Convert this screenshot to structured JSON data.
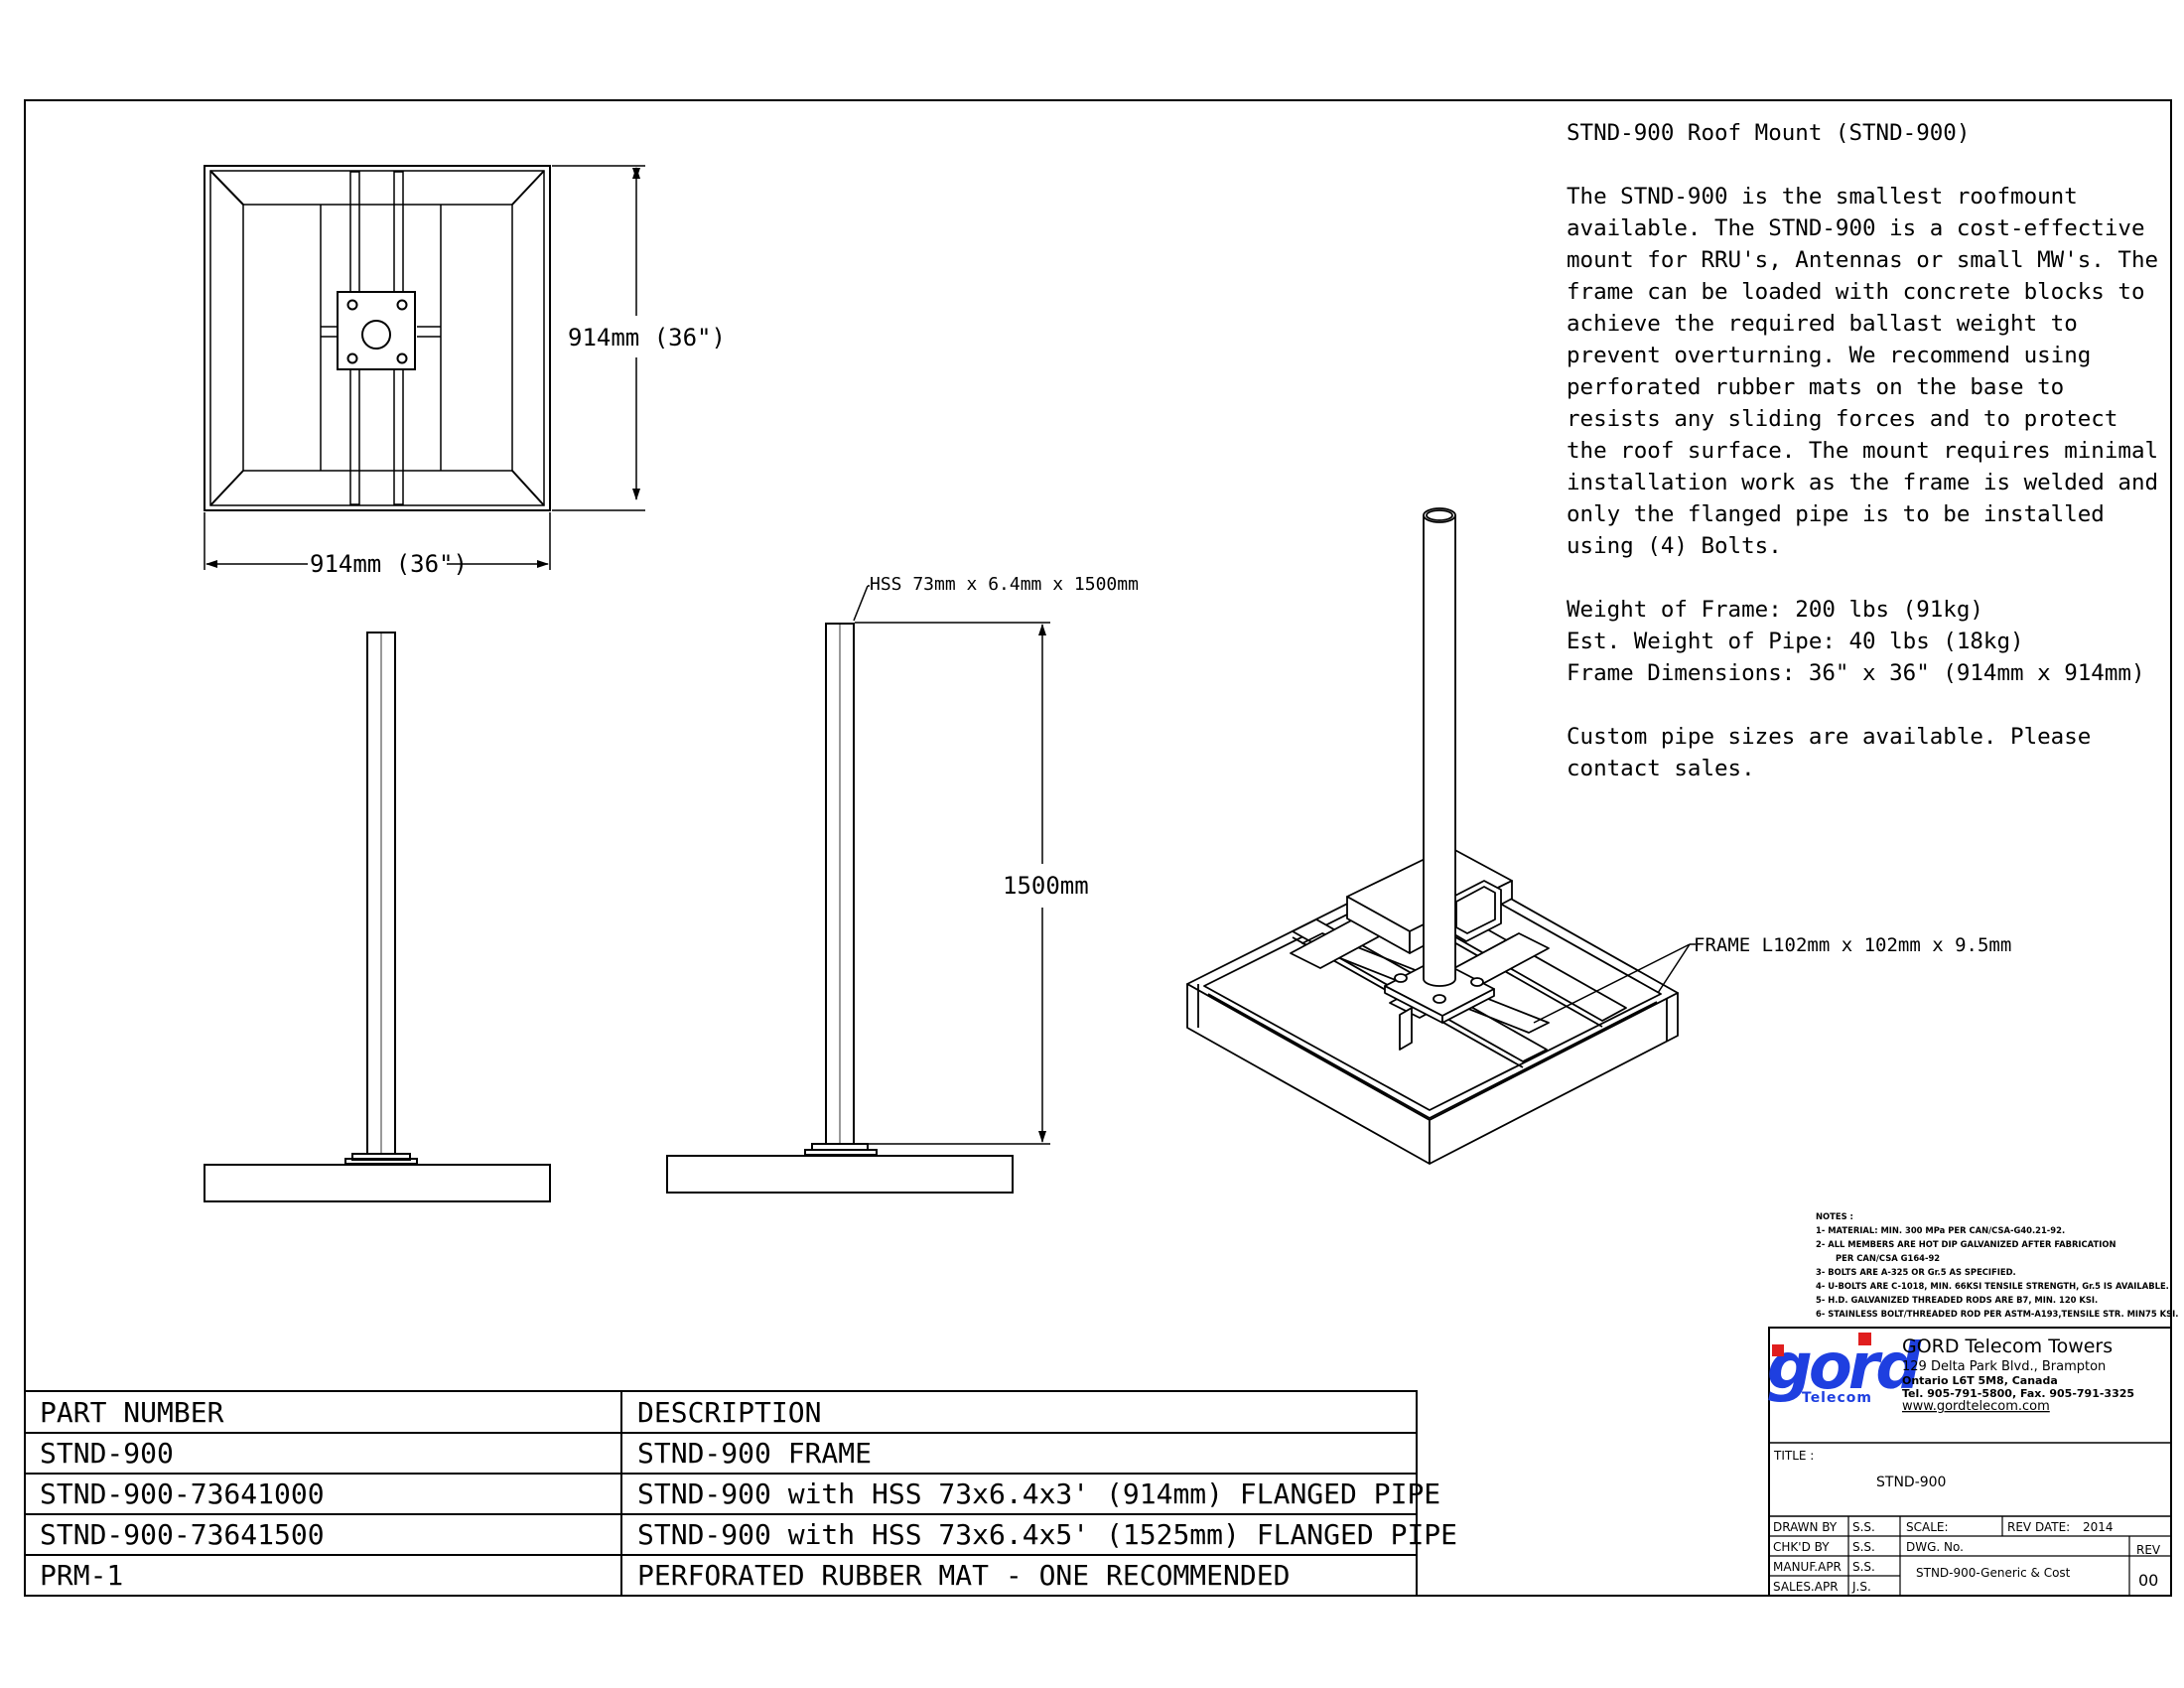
{
  "top_view": {
    "dim_height": "914mm (36\")",
    "dim_width": "914mm (36\")"
  },
  "side_view": {
    "pipe_callout": "HSS 73mm x 6.4mm x 1500mm",
    "height_dim": "1500mm"
  },
  "iso_view": {
    "frame_callout": "FRAME L102mm x 102mm x 9.5mm"
  },
  "description": {
    "title": "STND-900 Roof Mount (STND-900)",
    "body": "The STND-900 is the smallest roofmount available. The STND-900 is a cost-effective mount for RRU's, Antennas or small MW's. The frame can be loaded with concrete blocks to achieve the required ballast weight to prevent overturning. We recommend using perforated rubber mats on the base to resists any sliding forces and to protect the roof surface. The mount requires minimal installation work as the frame is welded and only the flanged pipe is to be installed using (4) Bolts.",
    "specs": [
      "Weight of Frame: 200 lbs (91kg)",
      "Est. Weight of Pipe: 40 lbs (18kg)",
      "Frame Dimensions: 36\" x 36\" (914mm x 914mm)"
    ],
    "custom": "Custom pipe sizes are available. Please contact sales."
  },
  "notes": {
    "title": "NOTES :",
    "items": [
      "1- MATERIAL: MIN. 300 MPa PER CAN/CSA-G40.21-92.",
      "2- ALL MEMBERS ARE HOT DIP GALVANIZED AFTER FABRICATION",
      "PER CAN/CSA G164-92",
      "3- BOLTS ARE A-325 OR Gr.5 AS SPECIFIED.",
      "4- U-BOLTS ARE C-1018, MIN. 66KSI TENSILE STRENGTH, Gr.5 IS AVAILABLE.",
      "5- H.D. GALVANIZED THREADED RODS ARE B7, MIN. 120 KSI.",
      "6- STAINLESS BOLT/THREADED ROD PER ASTM-A193,TENSILE STR. MIN75 KSI."
    ]
  },
  "parts_table": {
    "headers": [
      "PART NUMBER",
      "DESCRIPTION"
    ],
    "rows": [
      [
        "STND-900",
        "STND-900 FRAME"
      ],
      [
        "STND-900-73641000",
        "STND-900 with HSS 73x6.4x3' (914mm) FLANGED PIPE"
      ],
      [
        "STND-900-73641500",
        "STND-900 with HSS 73x6.4x5' (1525mm) FLANGED PIPE"
      ],
      [
        "PRM-1",
        "PERFORATED RUBBER MAT - ONE RECOMMENDED"
      ]
    ]
  },
  "title_block": {
    "logo_text": "gord",
    "logo_sub": "Telecom",
    "company": "GORD Telecom Towers",
    "address1": "129 Delta Park Blvd., Brampton",
    "address2": "Ontario L6T 5M8, Canada",
    "phone": "Tel. 905-791-5800, Fax. 905-791-3325",
    "website": "www.gordtelecom.com",
    "title_label": "TITLE :",
    "title_value": "STND-900",
    "drawn_label": "DRAWN BY",
    "drawn_value": "S.S.",
    "chkd_label": "CHK'D BY",
    "chkd_value": "S.S.",
    "manuf_label": "MANUF.APR",
    "manuf_value": "S.S.",
    "sales_label": "SALES.APR",
    "sales_value": "J.S.",
    "scale_label": "SCALE:",
    "rev_date_label": "REV DATE:",
    "rev_date_value": "2014",
    "dwg_label": "DWG. No.",
    "dwg_value": "STND-900-Generic & Cost",
    "rev_label": "REV",
    "rev_value": "00"
  },
  "colors": {
    "line": "#000000",
    "logo_blue": "#1e3fe0",
    "logo_red": "#e01e1e"
  }
}
